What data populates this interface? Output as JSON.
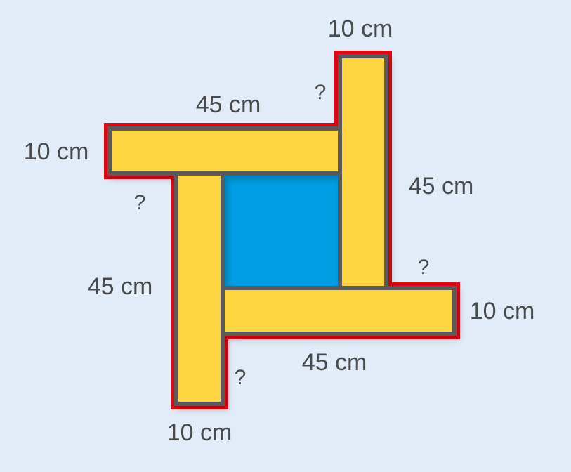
{
  "colors": {
    "background": "#e2ecf8",
    "plank_fill": "#fdd443",
    "plank_stroke": "#5a5a5a",
    "square_fill": "#009fe3",
    "perimeter": "#e30613"
  },
  "labels": {
    "top_width": "10 cm",
    "top_length": "45 cm",
    "top_unknown": "?",
    "left_width": "10 cm",
    "left_unknown": "?",
    "right_length": "45 cm",
    "right_unknown": "?",
    "right_width": "10 cm",
    "left_length": "45 cm",
    "bottom_length": "45 cm",
    "bottom_unknown": "?",
    "bottom_width": "10 cm"
  }
}
